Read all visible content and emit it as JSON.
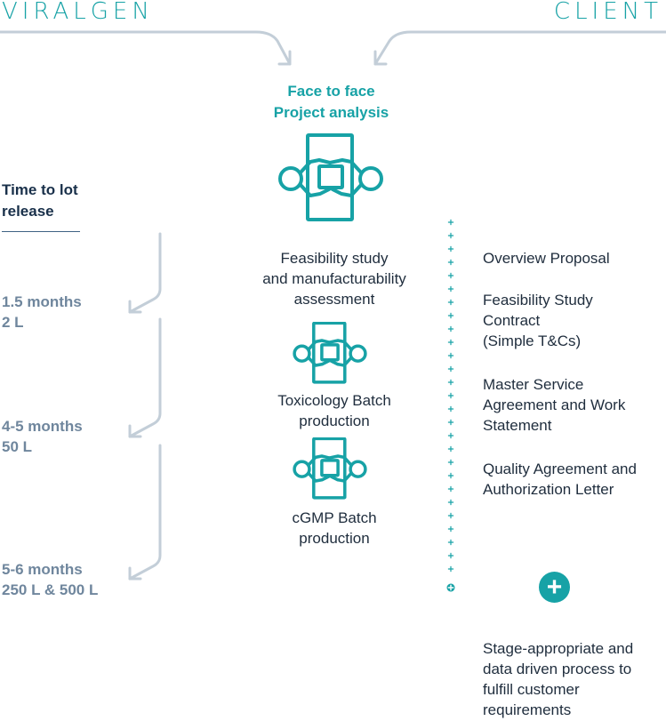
{
  "header": {
    "left_brand": "VIRALGEN",
    "right_brand": "CLIENT"
  },
  "center": {
    "title_line1": "Face to face",
    "title_line2": "Project analysis"
  },
  "timeline": {
    "title_line1": "Time to lot",
    "title_line2": "release",
    "items": [
      {
        "time": "1.5 months",
        "volume": "2 L"
      },
      {
        "time": "4-5 months",
        "volume": "50 L"
      },
      {
        "time": "5-6 months",
        "volume": "250 L & 500 L"
      }
    ]
  },
  "stages": [
    {
      "line1": "Feasibility study",
      "line2": "and manufacturability",
      "line3": "assessment"
    },
    {
      "line1": "Toxicology Batch",
      "line2": "production"
    },
    {
      "line1": "cGMP Batch",
      "line2": "production"
    }
  ],
  "documents": [
    {
      "line1": "Overview Proposal"
    },
    {
      "line1": "Feasibility Study",
      "line2": "Contract",
      "line3": "(Simple T&Cs)"
    },
    {
      "line1": "Master Service",
      "line2": "Agreement and Work",
      "line3": "Statement"
    },
    {
      "line1": "Quality Agreement and",
      "line2": "Authorization Letter"
    }
  ],
  "footer": {
    "line1": "Stage-appropriate and",
    "line2": "data driven process to",
    "line3": "fulfill customer",
    "line4": "requirements"
  },
  "colors": {
    "teal": "#17a2a6",
    "navy": "#19304a",
    "gray_blue": "#6f869d",
    "light_arrow": "#c3ced8",
    "text_dark": "#1f2d3d"
  },
  "icons": {
    "handshake": "handshake-icon",
    "plus": "plus-circle-icon",
    "arrow": "arrow-icon"
  }
}
